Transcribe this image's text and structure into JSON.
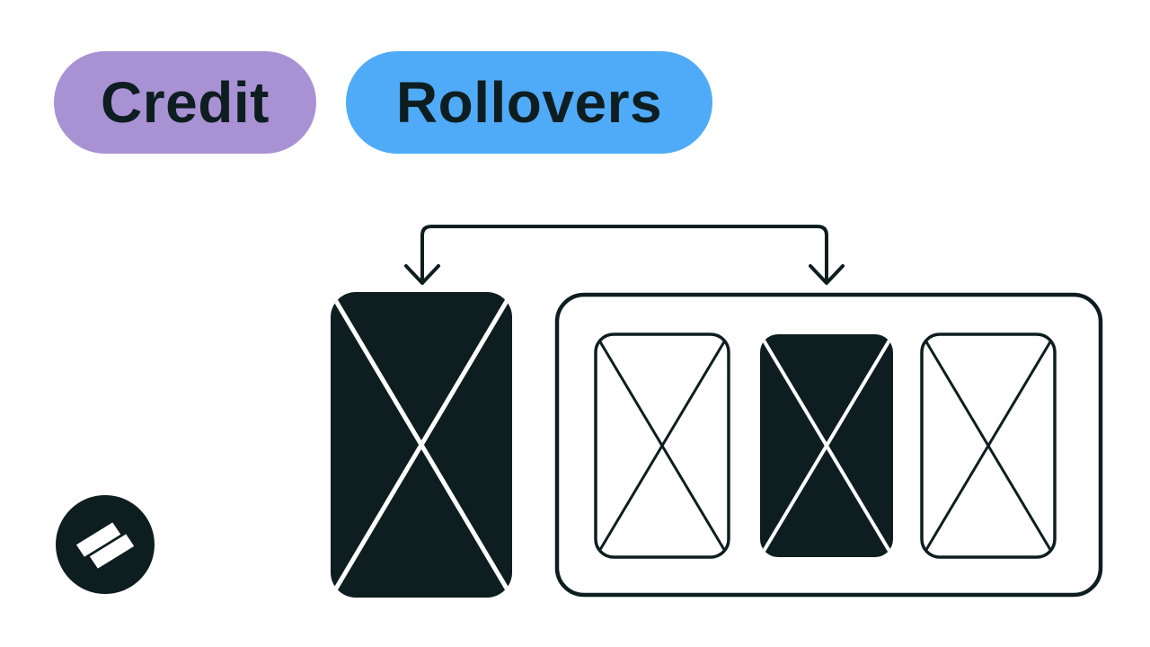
{
  "header": {
    "badges": [
      {
        "label": "Credit",
        "color": "#a992d4"
      },
      {
        "label": "Rollovers",
        "color": "#4fabf7"
      }
    ]
  },
  "colors": {
    "ink": "#0e1e20",
    "white": "#ffffff",
    "purple": "#a992d4",
    "blue": "#4fabf7",
    "background": "#ffffff"
  },
  "diagram": {
    "arrow": {
      "style": "double-headed-down-bracket"
    },
    "source_card": {
      "fill": "#0e1e20",
      "mark": "x-cross"
    },
    "tray": {
      "fill": "#ffffff",
      "cards": [
        {
          "fill": "#ffffff",
          "mark": "x-cross"
        },
        {
          "fill": "#0e1e20",
          "mark": "x-cross"
        },
        {
          "fill": "#ffffff",
          "mark": "x-cross"
        }
      ]
    }
  },
  "footer": {
    "logo_icon": "flag-logo-icon"
  }
}
